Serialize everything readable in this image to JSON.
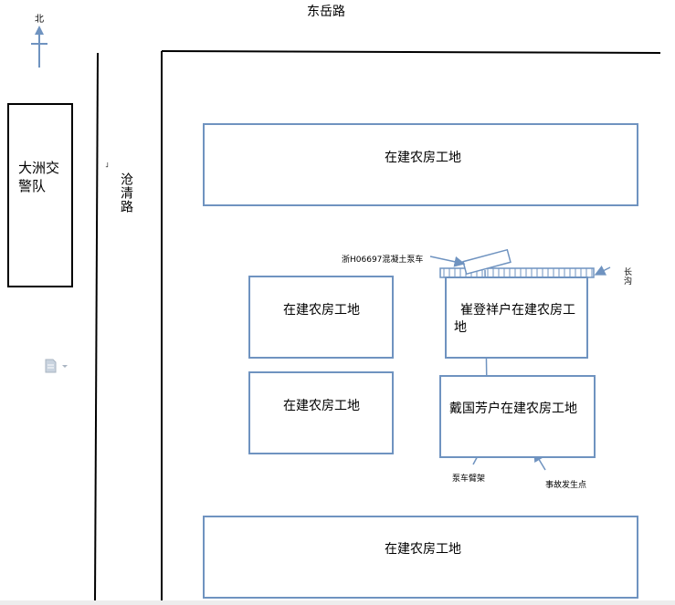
{
  "compass": {
    "north_label": "北"
  },
  "roads": {
    "top": "东岳路",
    "left": "沧清路"
  },
  "police_station": {
    "label": "大洲交警队"
  },
  "sites": {
    "top_wide": "在建农房工地",
    "mid_left_1": "在建农房工地",
    "mid_left_2": "在建农房工地",
    "cui_site": "崔登祥户在建农房工地",
    "dai_site": "戴国芳户在建农房工地",
    "bottom_wide": "在建农房工地"
  },
  "annotations": {
    "pump_truck": "浙H06697混凝土泵车",
    "ditch": "长沟",
    "pump_boom": "泵车臂架",
    "accident_point": "事故发生点"
  },
  "colors": {
    "site_border": "#6f93c0",
    "road_line": "#000000",
    "arrow": "#6f93c0"
  }
}
